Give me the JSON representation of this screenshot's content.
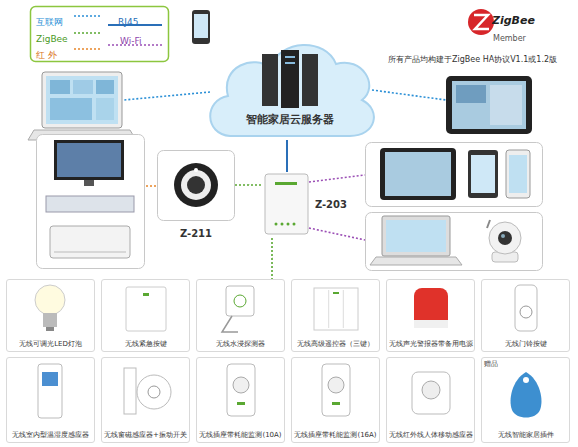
{
  "diagram": {
    "nodes": [
      {
        "text": [
          "智能家居云服务器"
        ]
      },
      {
        "text": [
          "Z-211"
        ]
      },
      {
        "text": [
          "Z-203"
        ]
      },
      {
        "text": [
          "无线可调光LED灯泡"
        ]
      },
      {
        "text": [
          "无线紧急按键"
        ]
      },
      {
        "text": [
          "无线水浸探测器"
        ]
      },
      {
        "text": [
          "无线高级遥控器（三键）"
        ]
      },
      {
        "text": [
          "无线声光警报器带备用电源"
        ]
      },
      {
        "text": [
          "无线门铃按键"
        ]
      },
      {
        "text": [
          "无线室内型温湿度感应器"
        ]
      },
      {
        "text": [
          "无线窗磁感应器+振动开关"
        ]
      },
      {
        "text": [
          "无线插座带耗能监测(10A)"
        ]
      },
      {
        "text": [
          "无线插座带耗能监测(16A)"
        ]
      },
      {
        "text": [
          "无线红外线人体移动感应器"
        ]
      },
      {
        "text": [
          "赠品",
          "无线智能家居插件"
        ]
      }
    ],
    "edges": [
      {
        "from": 0,
        "to": 2,
        "arrow": "none"
      },
      {
        "from": 1,
        "to": 2,
        "arrow": "none"
      },
      {
        "from": 2,
        "to": 5,
        "arrow": "none"
      }
    ],
    "labels": [
      "ZigBee",
      "Member",
      "所有产品均构建于ZigBee HA协议V1.1或1.2版"
    ],
    "legend": [
      {
        "text": "互联网"
      },
      {
        "text": "RJ45"
      },
      {
        "text": "ZigBee"
      },
      {
        "text": "Wi-Fi"
      },
      {
        "text": "红 外"
      }
    ]
  }
}
